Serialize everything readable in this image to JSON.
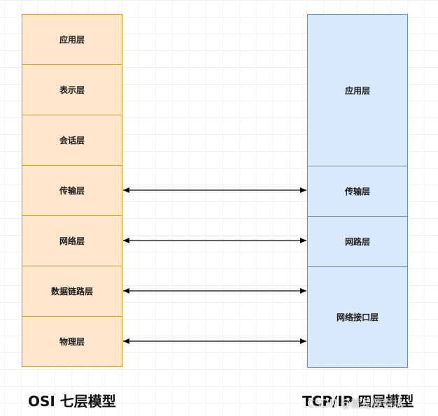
{
  "osi_model": {
    "title": "OSI 七层模型",
    "layers": [
      "应用层",
      "表示层",
      "会话层",
      "传输层",
      "网络层",
      "数据链路层",
      "物理层"
    ]
  },
  "tcpip_model": {
    "title": "TCP/IP 四层模型",
    "layers": [
      "应用层",
      "传输层",
      "网路层",
      "网络接口层"
    ]
  },
  "watermark": "CSDN @就是傻帽机",
  "colors": {
    "osi_fill": "#ffe6cc",
    "osi_stroke": "#d79b00",
    "tcpip_fill": "#dae8fc",
    "tcpip_stroke": "#6c8ebf",
    "arrow": "#000000"
  }
}
